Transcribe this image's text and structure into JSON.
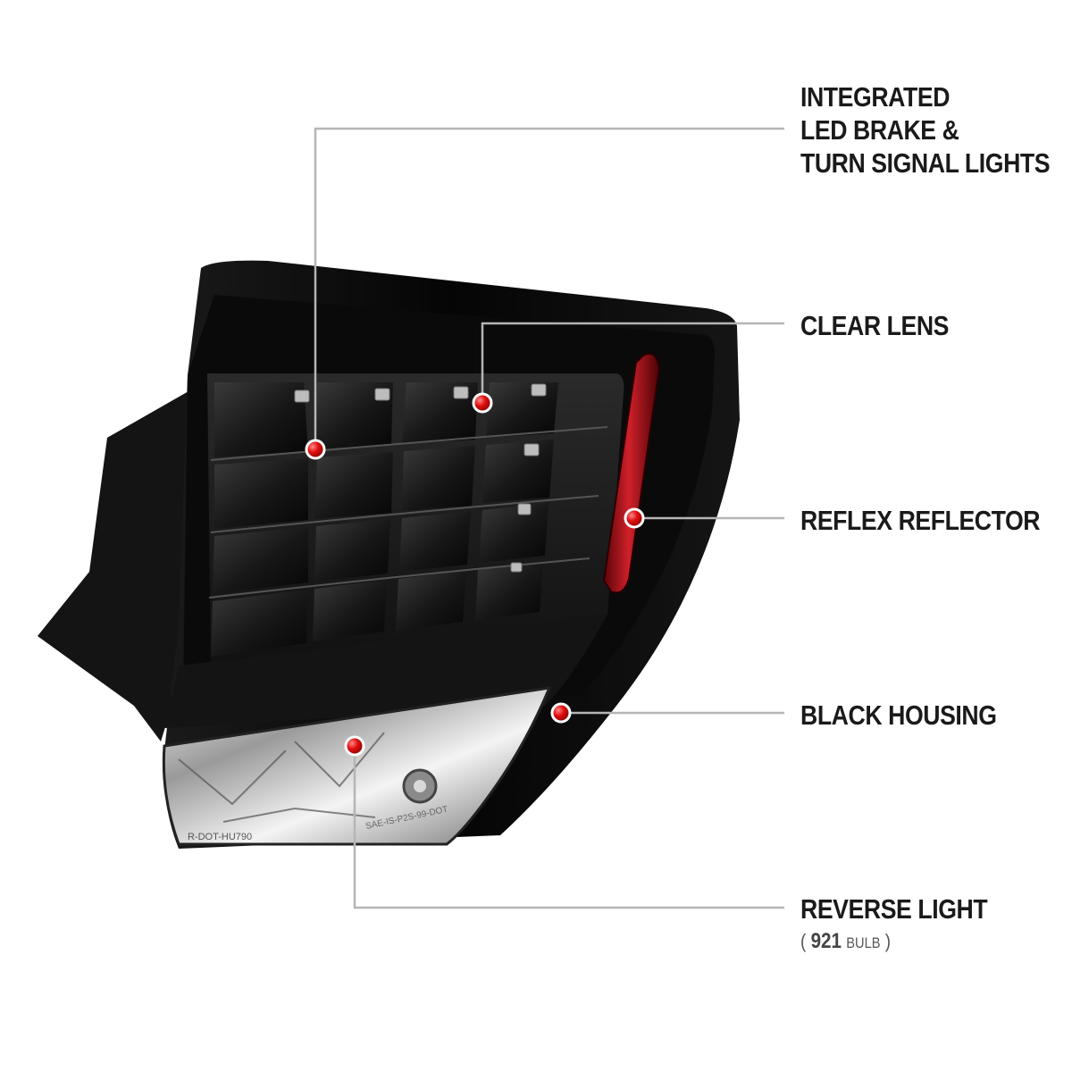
{
  "callouts": {
    "led": {
      "line1": "INTEGRATED",
      "line2": "LED BRAKE &",
      "line3": "TURN SIGNAL LIGHTS"
    },
    "lens": {
      "label": "CLEAR LENS"
    },
    "reflex": {
      "label": "REFLEX REFLECTOR"
    },
    "housing": {
      "label": "BLACK HOUSING"
    },
    "reverse": {
      "label": "REVERSE LIGHT",
      "open_paren": "(",
      "bulb_number": "921",
      "bulb_word": "BULB",
      "close_paren": ")"
    }
  },
  "lens_print": {
    "text_left": "R-DOT-HU790",
    "text_right": "SAE-IS-P2S-99-DOT"
  },
  "colors": {
    "callout_line": "#b5b5b5",
    "marker_red": "#e01010",
    "housing_black": "#0c0c0c",
    "reflector_red": "#b0101a",
    "label_text": "#1a1a1a"
  }
}
